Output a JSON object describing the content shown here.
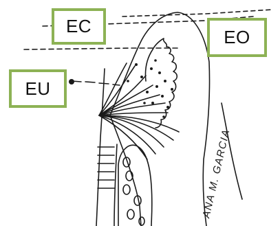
{
  "labels": {
    "ec": "EC",
    "eo": "EO",
    "eu": "EU"
  },
  "signature": "ANA M. GARCIA",
  "colors": {
    "label_border": "#8db255",
    "ink": "#1a1a1a",
    "background": "#ffffff"
  }
}
